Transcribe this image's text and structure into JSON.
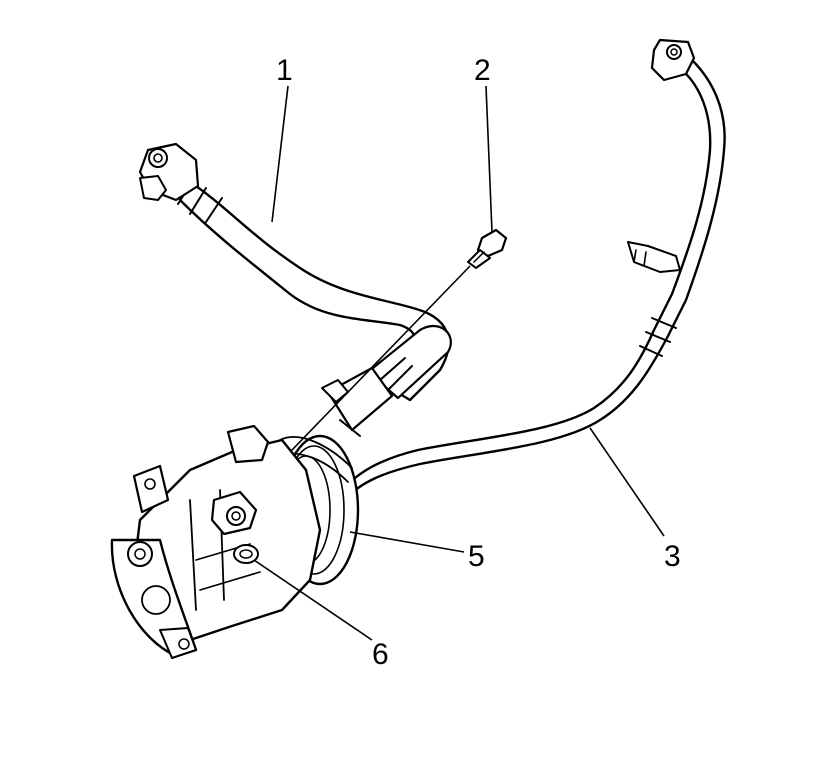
{
  "callouts": [
    {
      "id": "1",
      "label": "1",
      "target": "suction-hose"
    },
    {
      "id": "2",
      "label": "2",
      "target": "bolt"
    },
    {
      "id": "3",
      "label": "3",
      "target": "discharge-line"
    },
    {
      "id": "5",
      "label": "5",
      "target": "compressor"
    },
    {
      "id": "6",
      "label": "6",
      "target": "seal-fitting"
    }
  ],
  "colors": {
    "ink": "#000000",
    "background": "#ffffff"
  }
}
